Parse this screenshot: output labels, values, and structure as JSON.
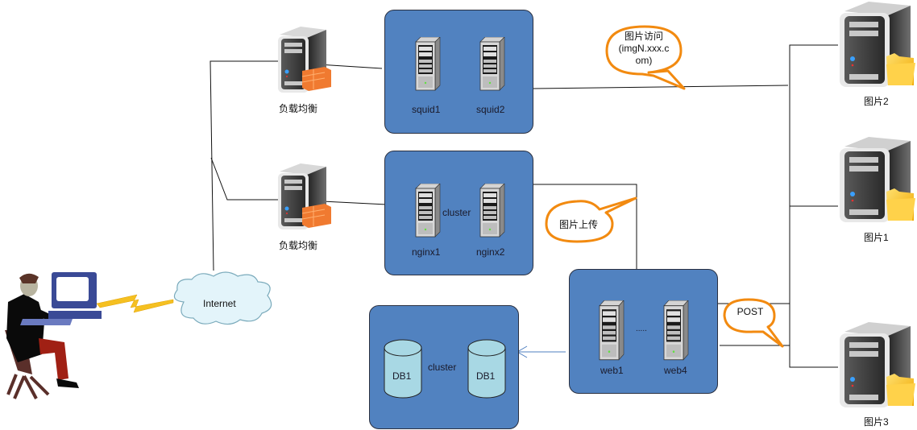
{
  "diagram": {
    "client": {
      "name": "user-workstation"
    },
    "internet": {
      "label": "Internet"
    },
    "load_balancers": [
      {
        "label": "负载均衡"
      },
      {
        "label": "负载均衡"
      }
    ],
    "clusters": {
      "squid": {
        "servers": [
          "squid1",
          "squid2"
        ]
      },
      "nginx": {
        "servers": [
          "nginx1",
          "nginx2"
        ],
        "caption": "cluster"
      },
      "web": {
        "servers": [
          "web1",
          "web4"
        ],
        "ellipsis": "....."
      },
      "db": {
        "databases": [
          "DB1",
          "DB1"
        ],
        "caption": "cluster"
      }
    },
    "image_servers": [
      {
        "label": "图片2"
      },
      {
        "label": "图片1"
      },
      {
        "label": "图片3"
      }
    ],
    "callouts": {
      "image_access": {
        "line1": "图片访问",
        "line2": "(imgN.xxx.c",
        "line3": "om)"
      },
      "image_upload": {
        "text": "图片上传"
      },
      "post": {
        "text": "POST"
      }
    },
    "colors": {
      "cluster_fill": "#5182c0",
      "callout_stroke": "#f28a10",
      "db_fill": "#a8d8e4",
      "arrow": "#4f7fc0"
    }
  }
}
